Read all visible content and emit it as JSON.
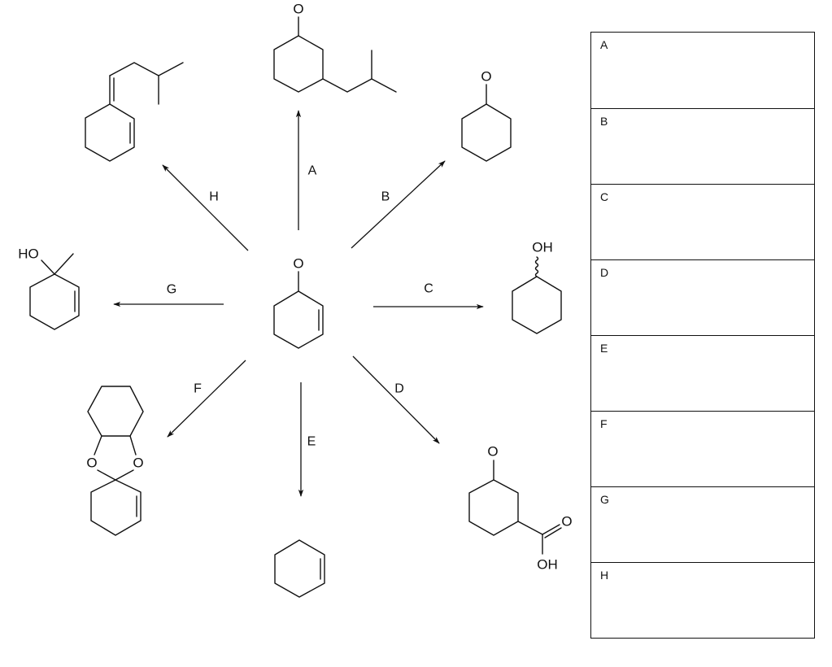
{
  "reagent_labels": {
    "A": "A",
    "B": "B",
    "C": "C",
    "D": "D",
    "E": "E",
    "F": "F",
    "G": "G",
    "H": "H"
  },
  "atoms": {
    "oxygen": "O",
    "hydroxyl_left": "HO",
    "hydroxyl_right": "OH"
  },
  "answer_table": {
    "rows": [
      {
        "label": "A"
      },
      {
        "label": "B"
      },
      {
        "label": "C"
      },
      {
        "label": "D"
      },
      {
        "label": "E"
      },
      {
        "label": "F"
      },
      {
        "label": "G"
      },
      {
        "label": "H"
      }
    ]
  }
}
